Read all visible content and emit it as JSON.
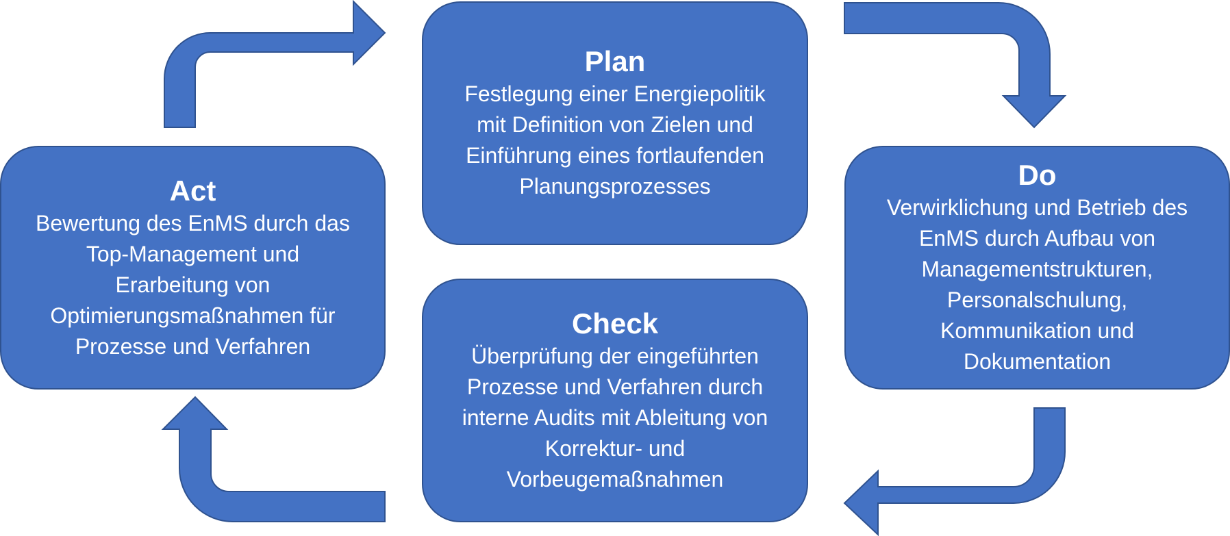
{
  "diagram": {
    "fill_color": "#4472c4",
    "stroke_color": "#2f528f",
    "text_color": "#ffffff",
    "steps": {
      "plan": {
        "title": "Plan",
        "lines": [
          "Festlegung einer Energiepolitik",
          "mit Definition von Zielen und",
          "Einführung eines fortlaufenden",
          "Planungsprozesses"
        ]
      },
      "do": {
        "title": "Do",
        "lines": [
          "Verwirklichung und Betrieb des",
          "EnMS durch Aufbau von",
          "Managementstrukturen,",
          "Personalschulung,",
          "Kommunikation und",
          "Dokumentation"
        ]
      },
      "check": {
        "title": "Check",
        "lines": [
          "Überprüfung der eingeführten",
          "Prozesse und Verfahren durch",
          "interne Audits mit Ableitung von",
          "Korrektur- und",
          "Vorbeugemaßnahmen"
        ]
      },
      "act": {
        "title": "Act",
        "lines": [
          "Bewertung des EnMS durch das",
          "Top-Management und",
          "Erarbeitung von",
          "Optimierungsmaßnahmen für",
          "Prozesse und Verfahren"
        ]
      }
    },
    "arrows": [
      {
        "from": "act",
        "to": "plan",
        "direction": "right-top"
      },
      {
        "from": "plan",
        "to": "do",
        "direction": "down-right"
      },
      {
        "from": "do",
        "to": "check",
        "direction": "left-bottom"
      },
      {
        "from": "check",
        "to": "act",
        "direction": "up-left"
      }
    ]
  }
}
